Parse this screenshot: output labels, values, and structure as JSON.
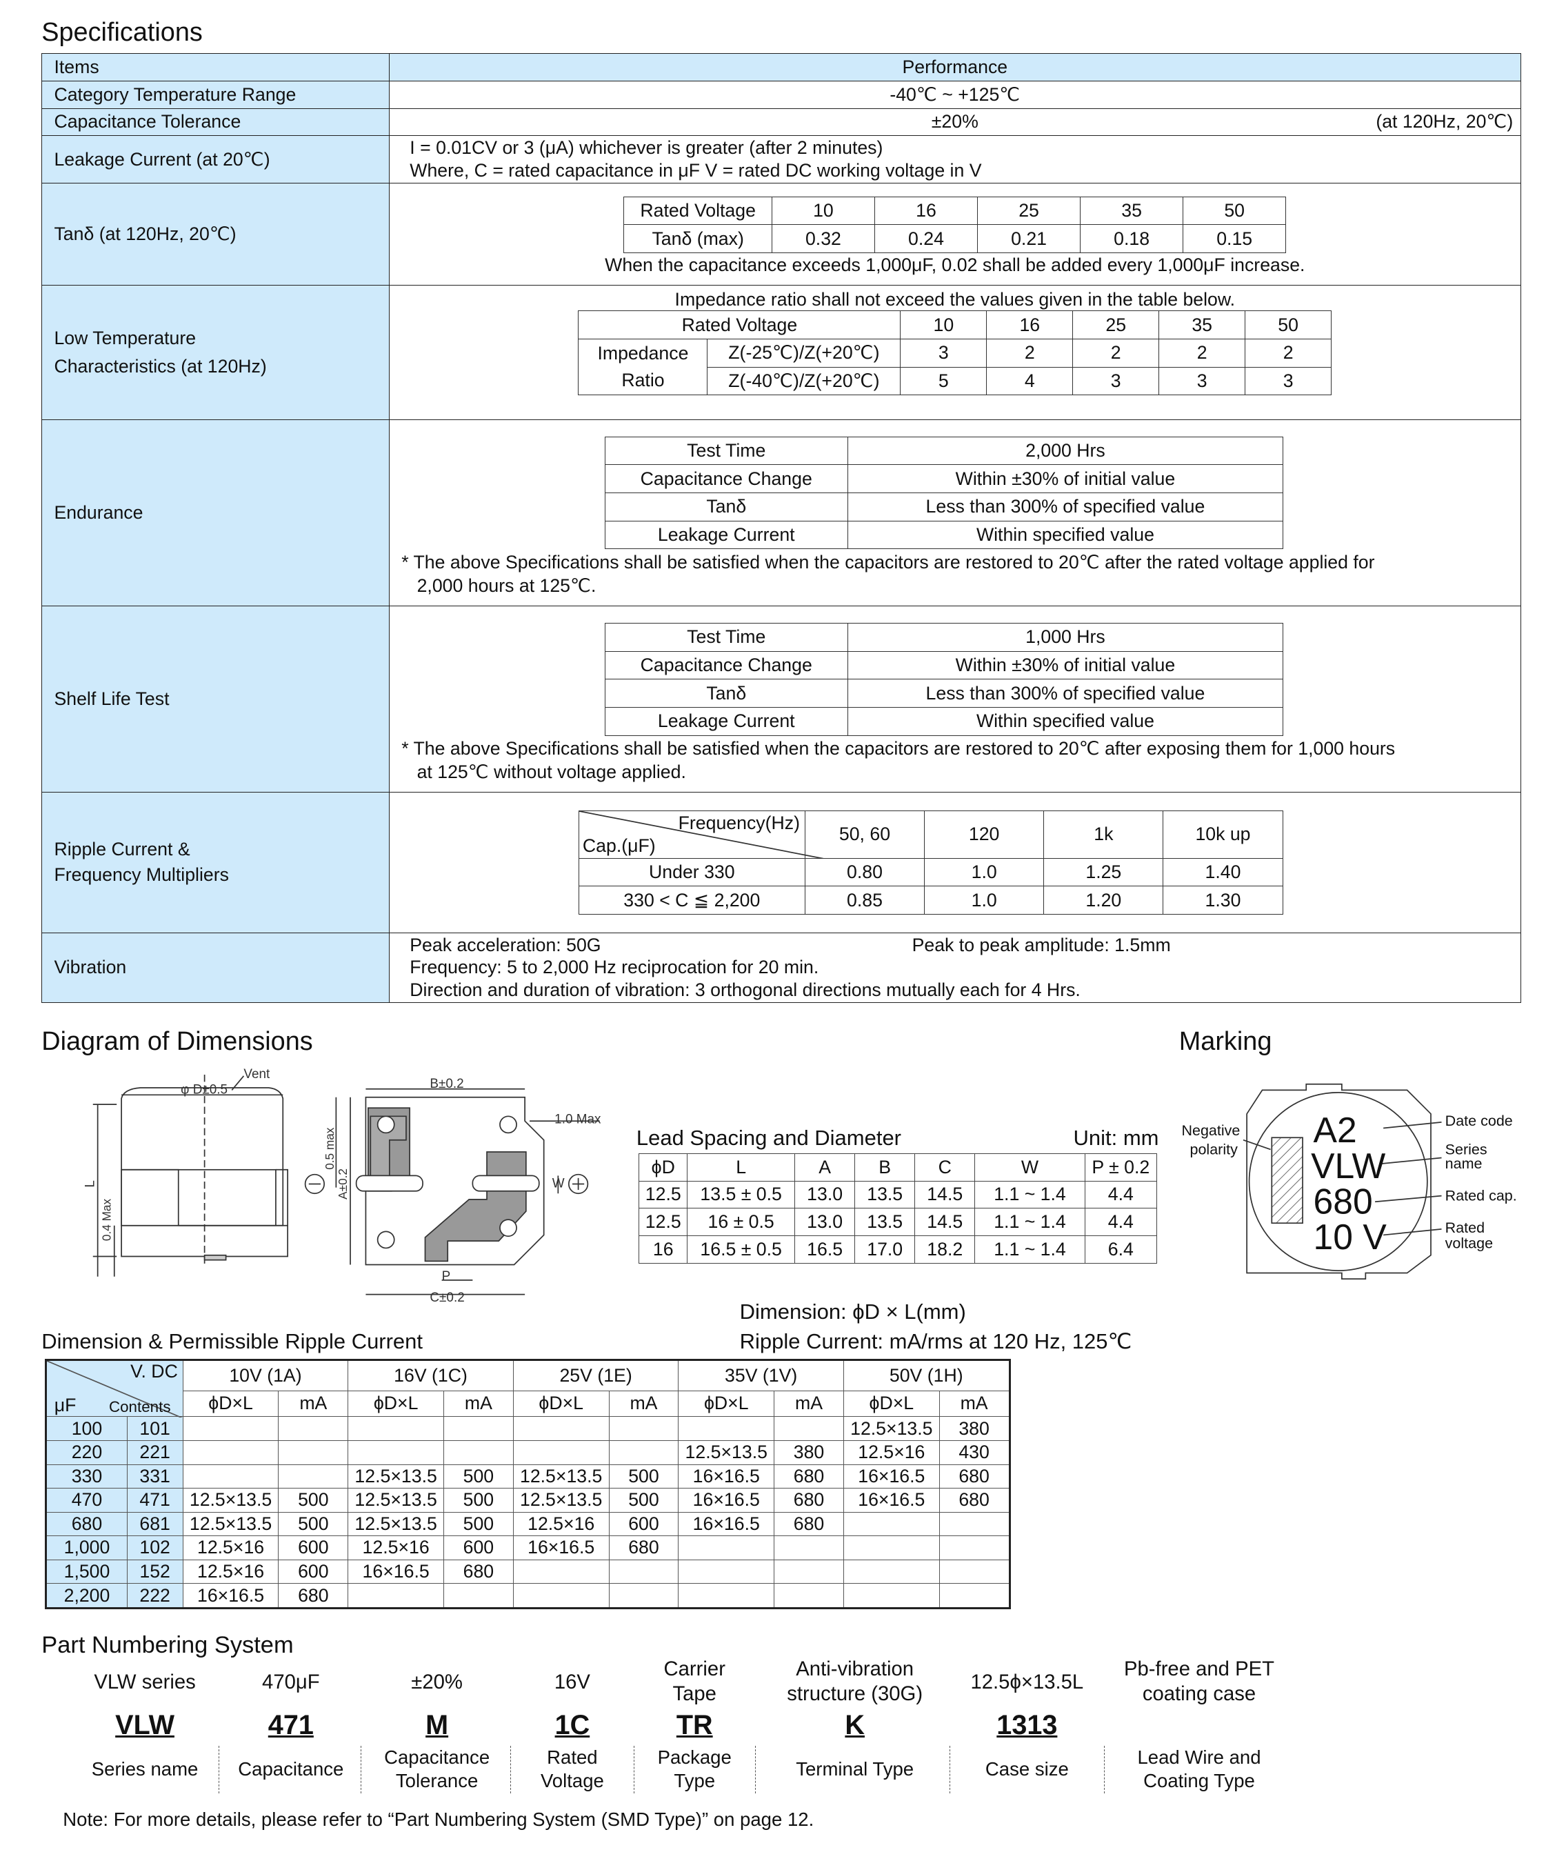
{
  "headings": {
    "specifications": "Specifications",
    "diagram": "Diagram of Dimensions",
    "marking": "Marking",
    "dimension_ripple": "Dimension & Permissible Ripple Current",
    "part_numbering": "Part Numbering System"
  },
  "spec": {
    "items_label": "Items",
    "performance_label": "Performance",
    "temp_label": "Category Temperature Range",
    "temp_value": "-40℃ ~ +125℃",
    "tol_label": "Capacitance Tolerance",
    "tol_value": "±20%",
    "tol_note": "(at 120Hz, 20℃)",
    "leak_label": "Leakage Current (at 20℃)",
    "leak_line1": "I = 0.01CV or 3 (μA) whichever is greater (after 2 minutes)",
    "leak_line2": "Where, C = rated capacitance in μF      V = rated DC working voltage in V",
    "tand_label": "Tanδ (at 120Hz, 20℃)",
    "tand_rv": "Rated Voltage",
    "tand_max": "Tanδ (max)",
    "voltages": [
      "10",
      "16",
      "25",
      "35",
      "50"
    ],
    "tand_values": [
      "0.32",
      "0.24",
      "0.21",
      "0.18",
      "0.15"
    ],
    "tand_note": "When the capacitance exceeds 1,000μF, 0.02 shall be added every 1,000μF increase.",
    "lowtemp_label1": "Low Temperature",
    "lowtemp_label2": "Characteristics (at 120Hz)",
    "lowtemp_note": "Impedance ratio shall not exceed the values given in the table below.",
    "lowtemp_rv": "Rated Voltage",
    "imp1": "Impedance",
    "imp2": "Ratio",
    "z25": "Z(-25℃)/Z(+20℃)",
    "z40": "Z(-40℃)/Z(+20℃)",
    "z25_vals": [
      "3",
      "2",
      "2",
      "2",
      "2"
    ],
    "z40_vals": [
      "5",
      "4",
      "3",
      "3",
      "3"
    ],
    "endurance_label": "Endurance",
    "test_time": "Test Time",
    "cap_change": "Capacitance Change",
    "tand": "Tanδ",
    "leak_current": "Leakage Current",
    "end_hours": "2,000 Hrs",
    "within30": "Within ±30% of initial value",
    "less300": "Less than 300% of specified value",
    "within_spec": "Within specified value",
    "end_note1": "* The above Specifications shall be satisfied when the capacitors are restored to 20℃  after the rated voltage applied for",
    "end_note2": "2,000 hours at 125℃.",
    "shelf_label": "Shelf Life Test",
    "shelf_hours": "1,000 Hrs",
    "shelf_note1": "* The above Specifications shall be satisfied when the capacitors are restored to 20℃  after exposing them for 1,000 hours",
    "shelf_note2": "at 125℃  without voltage applied.",
    "ripple_label1": "Ripple Current &",
    "ripple_label2": "Frequency Multipliers",
    "freq_hz": "Frequency(Hz)",
    "cap_uf": "Cap.(μF)",
    "freqs": [
      "50, 60",
      "120",
      "1k",
      "10k up"
    ],
    "under330": "Under 330",
    "under330_vals": [
      "0.80",
      "1.0",
      "1.25",
      "1.40"
    ],
    "range330": "330 < C  ≦  2,200",
    "range330_vals": [
      "0.85",
      "1.0",
      "1.20",
      "1.30"
    ],
    "vib_label": "Vibration",
    "vib1": "Peak acceleration: 50G",
    "vib1b": "Peak to peak amplitude: 1.5mm",
    "vib2": "Frequency: 5 to 2,000 Hz reciprocation for 20 min.",
    "vib3": "Direction and duration of vibration: 3 orthogonal directions mutually each for 4 Hrs."
  },
  "diagram": {
    "vent": "Vent",
    "phiD": "φ D±0.5",
    "L": "L",
    "max04": "0.4 Max",
    "B": "B±0.2",
    "max10": "1.0 Max",
    "max05": "0.5 max",
    "A": "A±0.2",
    "W": "W",
    "P": "P",
    "C": "C±0.2"
  },
  "lead": {
    "title": "Lead Spacing and Diameter",
    "unit": "Unit: mm",
    "headers": [
      "ϕD",
      "L",
      "A",
      "B",
      "C",
      "W",
      "P ± 0.2"
    ],
    "rows": [
      [
        "12.5",
        "13.5 ± 0.5",
        "13.0",
        "13.5",
        "14.5",
        "1.1 ~ 1.4",
        "4.4"
      ],
      [
        "12.5",
        "16 ± 0.5",
        "13.0",
        "13.5",
        "14.5",
        "1.1 ~ 1.4",
        "4.4"
      ],
      [
        "16",
        "16.5 ± 0.5",
        "16.5",
        "17.0",
        "18.2",
        "1.1 ~ 1.4",
        "6.4"
      ]
    ],
    "dimension": "Dimension:  ϕD × L(mm)",
    "ripple": "Ripple Current: mA/rms at 120 Hz, 125℃"
  },
  "marking": {
    "line1": "A2",
    "line2": "VLW",
    "line3": "680",
    "line4": "10 V",
    "neg1": "Negative",
    "neg2": "polarity",
    "date": "Date code",
    "series1": "Series",
    "series2": "name",
    "ratedcap": "Rated cap.",
    "rv1": "Rated",
    "rv2": "voltage"
  },
  "dim_table": {
    "vdc": "V. DC",
    "uf": "μF",
    "contents": "Contents",
    "volts": [
      "10V (1A)",
      "16V (1C)",
      "25V (1E)",
      "35V (1V)",
      "50V (1H)"
    ],
    "dxl": "ϕD×L",
    "ma": "mA",
    "rows": [
      [
        "100",
        "101",
        "",
        "",
        "",
        "",
        "",
        "",
        "",
        "",
        "12.5×13.5",
        "380"
      ],
      [
        "220",
        "221",
        "",
        "",
        "",
        "",
        "",
        "",
        "12.5×13.5",
        "380",
        "12.5×16",
        "430"
      ],
      [
        "330",
        "331",
        "",
        "",
        "12.5×13.5",
        "500",
        "12.5×13.5",
        "500",
        "16×16.5",
        "680",
        "16×16.5",
        "680"
      ],
      [
        "470",
        "471",
        "12.5×13.5",
        "500",
        "12.5×13.5",
        "500",
        "12.5×13.5",
        "500",
        "16×16.5",
        "680",
        "16×16.5",
        "680"
      ],
      [
        "680",
        "681",
        "12.5×13.5",
        "500",
        "12.5×13.5",
        "500",
        "12.5×16",
        "600",
        "16×16.5",
        "680",
        "",
        ""
      ],
      [
        "1,000",
        "102",
        "12.5×16",
        "600",
        "12.5×16",
        "600",
        "16×16.5",
        "680",
        "",
        "",
        "",
        ""
      ],
      [
        "1,500",
        "152",
        "12.5×16",
        "600",
        "16×16.5",
        "680",
        "",
        "",
        "",
        "",
        "",
        ""
      ],
      [
        "2,200",
        "222",
        "16×16.5",
        "680",
        "",
        "",
        "",
        "",
        "",
        "",
        "",
        ""
      ]
    ]
  },
  "partnum": {
    "top": [
      "VLW series",
      "470μF",
      "±20%",
      "16V",
      "Carrier\nTape",
      "Anti-vibration\nstructure (30G)",
      "12.5ϕ×13.5L",
      "Pb-free and PET\ncoating case"
    ],
    "codes": [
      "VLW",
      "471",
      "M",
      "1C",
      "TR",
      "K",
      "1313"
    ],
    "desc": [
      "Series name",
      "Capacitance",
      "Capacitance\nTolerance",
      "Rated\nVoltage",
      "Package\nType",
      "Terminal Type",
      "Case size",
      "Lead Wire and\nCoating Type"
    ],
    "note": "Note: For more details, please refer to “Part Numbering System (SMD Type)” on page 12."
  }
}
